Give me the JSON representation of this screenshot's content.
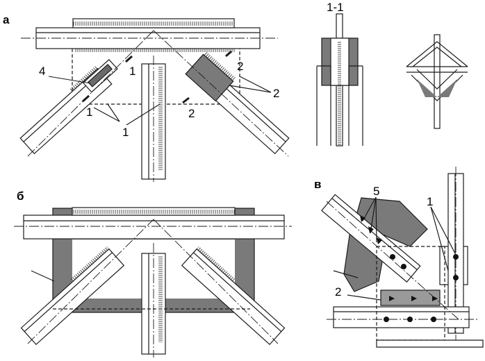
{
  "panels": {
    "a": {
      "label": "а"
    },
    "b": {
      "label": "б"
    },
    "c": {
      "label": "в"
    }
  },
  "section": {
    "label": "1-1"
  },
  "callouts": {
    "a_4": "4",
    "a_1_left": "1",
    "a_1_bottom": "1",
    "a_1_cut": "1",
    "a_2_cut_top": "2",
    "a_2_right": "2",
    "a_2_bottom": "2",
    "c_5": "5",
    "c_1": "1",
    "c_2": "2"
  },
  "colors": {
    "stroke": "#1a1a1a",
    "gusset_fill": "#7a7a7a",
    "plate_fill": "#9a9a9a",
    "background": "#ffffff"
  }
}
